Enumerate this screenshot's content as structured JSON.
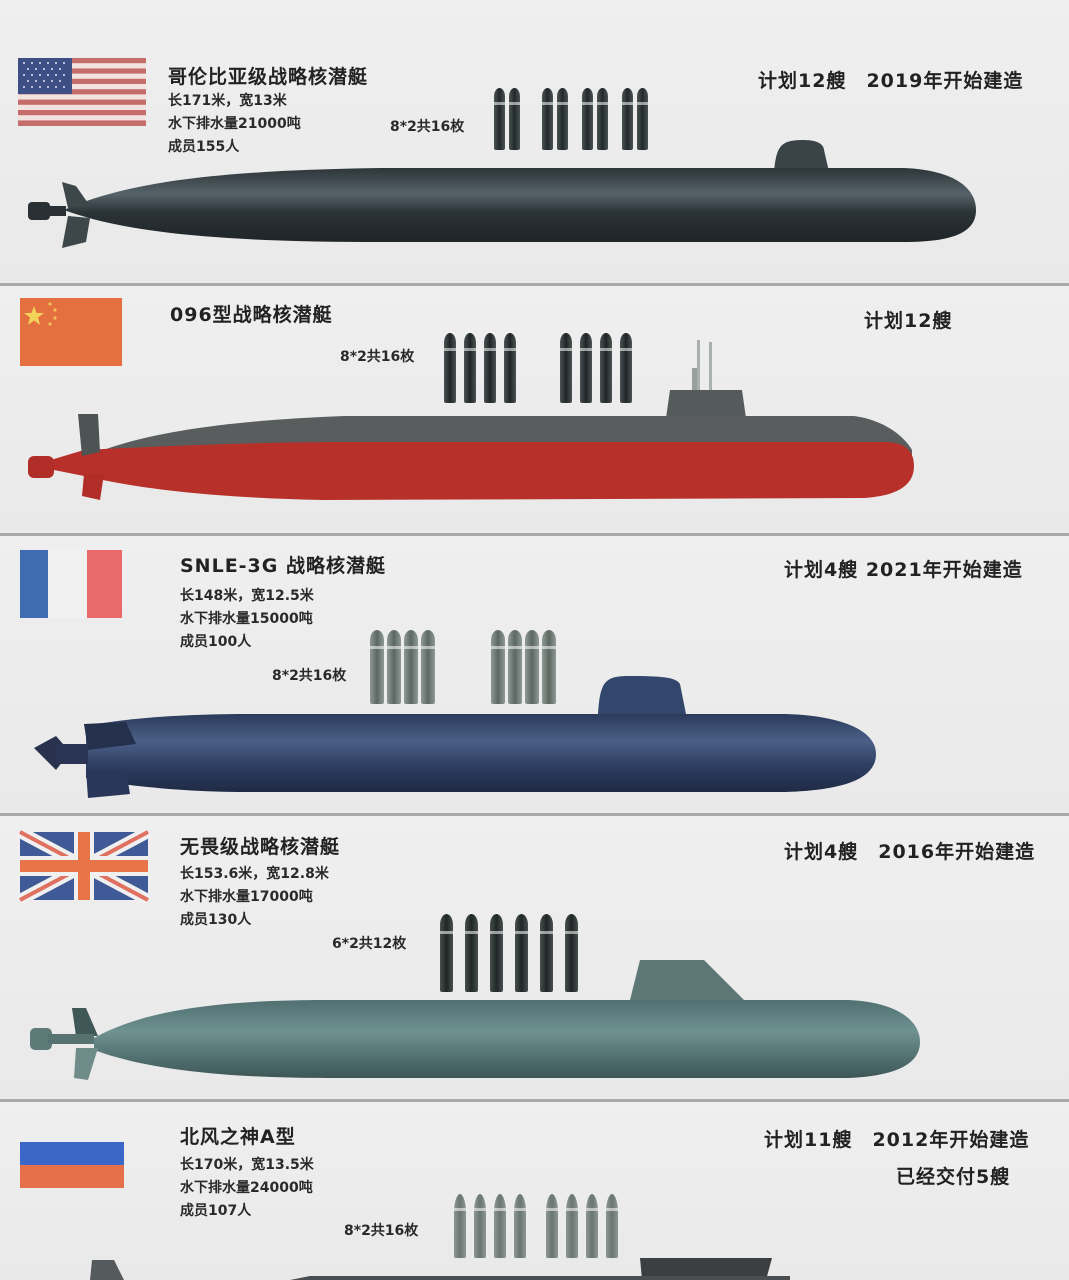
{
  "submarines": [
    {
      "country": "USA",
      "flag": "us-flag",
      "title": "哥伦比亚级战略核潜艇",
      "specs": [
        "长171米，宽13米",
        "水下排水量21000吨",
        "成员155人"
      ],
      "missiles_label": "8*2共16枚",
      "missile_count": 16,
      "plan": "计划12艘　2019年开始建造",
      "hull_color": "#3a4448"
    },
    {
      "country": "China",
      "flag": "cn-flag",
      "title": "096型战略核潜艇",
      "specs": [],
      "missiles_label": "8*2共16枚",
      "missile_count": 16,
      "plan": "计划12艘",
      "hull_color": "#b8302a"
    },
    {
      "country": "France",
      "flag": "fr-flag",
      "title": "SNLE-3G 战略核潜艇",
      "specs": [
        "长148米，宽12.5米",
        "水下排水量15000吨",
        "成员100人"
      ],
      "missiles_label": "8*2共16枚",
      "missile_count": 16,
      "plan": "计划4艘 2021年开始建造",
      "hull_color": "#34496e"
    },
    {
      "country": "UK",
      "flag": "uk-flag",
      "title": "无畏级战略核潜艇",
      "specs": [
        "长153.6米，宽12.8米",
        "水下排水量17000吨",
        "成员130人"
      ],
      "missiles_label": "6*2共12枚",
      "missile_count": 12,
      "plan": "计划4艘　2016年开始建造",
      "hull_color": "#5a7c7c"
    },
    {
      "country": "Russia",
      "flag": "ru-flag",
      "title": "北风之神A型",
      "specs": [
        "长170米，宽13.5米",
        "水下排水量24000吨",
        "成员107人"
      ],
      "missiles_label": "8*2共16枚",
      "missile_count": 16,
      "plan": "计划11艘　2012年开始建造",
      "plan_extra": "已经交付5艘",
      "hull_color": "#3c3f42"
    }
  ]
}
